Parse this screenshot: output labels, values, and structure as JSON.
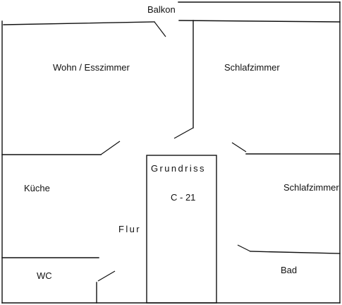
{
  "title": "Grundriss",
  "code": "C - 21",
  "rooms": {
    "balkon": "Balkon",
    "wohn_esszimmer": "Wohn / Esszimmer",
    "schlafzimmer_1": "Schlafzimmer",
    "schlafzimmer_2": "Schlafzimmer",
    "kueche": "Küche",
    "flur": "Flur",
    "wc": "WC",
    "bad": "Bad"
  },
  "colors": {
    "line": "#111111",
    "background": "#ffffff"
  }
}
